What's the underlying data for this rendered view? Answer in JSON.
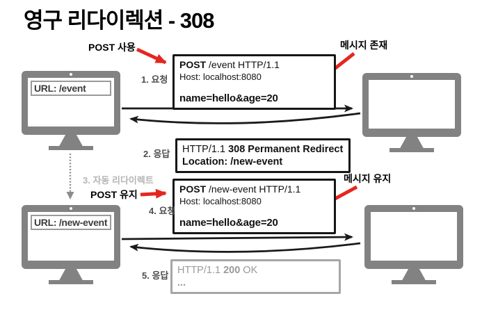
{
  "title": "영구 리다이렉션 - 308",
  "colors": {
    "monitor_gray": "#828282",
    "arrow_black": "#1a1a1a",
    "arrow_red": "#e5261f",
    "arrow_gray": "#8c8c8c",
    "muted_text": "#9a9a9a",
    "step_label": "#4d4d4d",
    "auto_redirect_label": "#b5b5b5"
  },
  "clients": {
    "before": {
      "url_label": "URL: /event"
    },
    "after": {
      "url_label": "URL: /new-event"
    }
  },
  "steps": {
    "step1": "1. 요청",
    "step2": "2. 응답",
    "step3": "3. 자동 리다이렉트",
    "step4": "4. 요청",
    "step5": "5. 응답"
  },
  "annotations": {
    "post_use": "POST 사용",
    "message_exists": "메시지 존재",
    "post_keep": "POST 유지",
    "message_keep": "메시지 유지"
  },
  "messages": {
    "request1": {
      "method": "POST",
      "request_line_rest": " /event HTTP/1.1",
      "host": "Host: localhost:8080",
      "body": "name=hello&age=20"
    },
    "response308": {
      "version_prefix": "HTTP/1.1 ",
      "status": "308 Permanent Redirect",
      "location": "Location: /new-event"
    },
    "request2": {
      "method": "POST",
      "request_line_rest": " /new-event HTTP/1.1",
      "host": "Host: localhost:8080",
      "body": "name=hello&age=20"
    },
    "response200": {
      "version_prefix": "HTTP/1.1 ",
      "status": "200",
      "status_suffix": " OK",
      "body": "..."
    }
  }
}
